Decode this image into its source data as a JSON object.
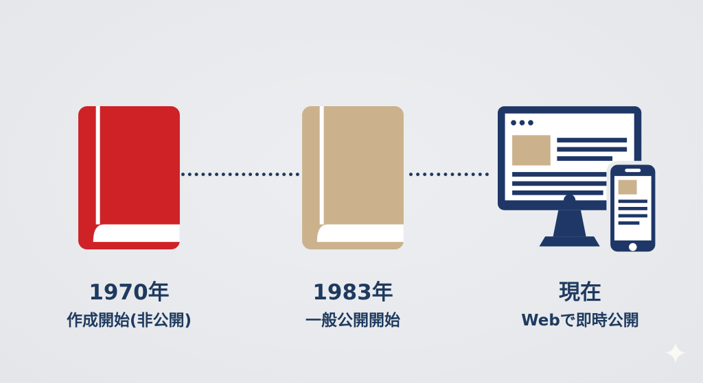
{
  "page": {
    "background": "#e8eaec",
    "text_color": "#1e3a5f"
  },
  "colors": {
    "navy": "#1e3766",
    "red": "#ce2227",
    "tan": "#cbb28d",
    "white": "#ffffff",
    "sparkle": "#fbf9f3"
  },
  "timeline": {
    "connector_style": "dotted",
    "items": [
      {
        "year": "1970年",
        "caption": "作成開始(非公開)",
        "icon": "red-book-icon"
      },
      {
        "year": "1983年",
        "caption": "一般公開開始",
        "icon": "tan-book-icon"
      },
      {
        "year": "現在",
        "caption": "Webで即時公開",
        "icon": "desktop-and-phone-icon"
      }
    ]
  },
  "decorations": {
    "sparkle": "sparkle-icon"
  }
}
